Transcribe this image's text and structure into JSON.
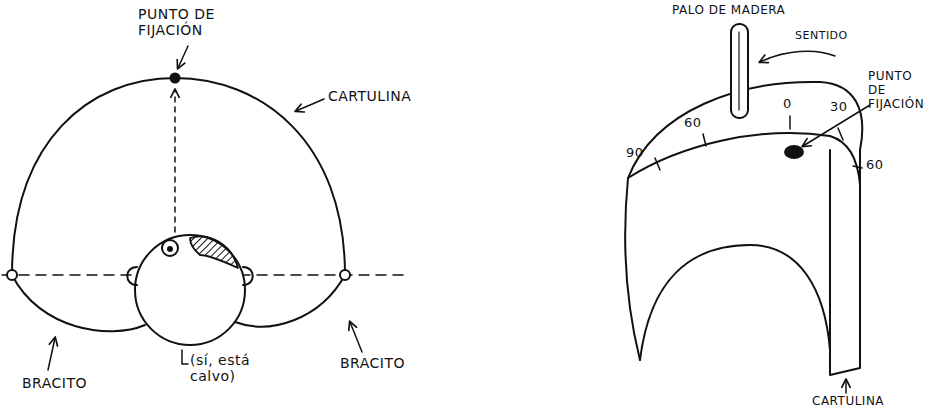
{
  "diagram": {
    "labels": [
      "PUNTO DE FIJACIÓN",
      "CARTULINA",
      "BRACITO",
      "(sí, está calvo)",
      "BRACITO",
      "PALO DE MADERA",
      "SENTIDO",
      "PUNTO DE FIJACIÓN",
      "90",
      "60",
      "0",
      "30",
      "60",
      "CARTULINA"
    ]
  }
}
